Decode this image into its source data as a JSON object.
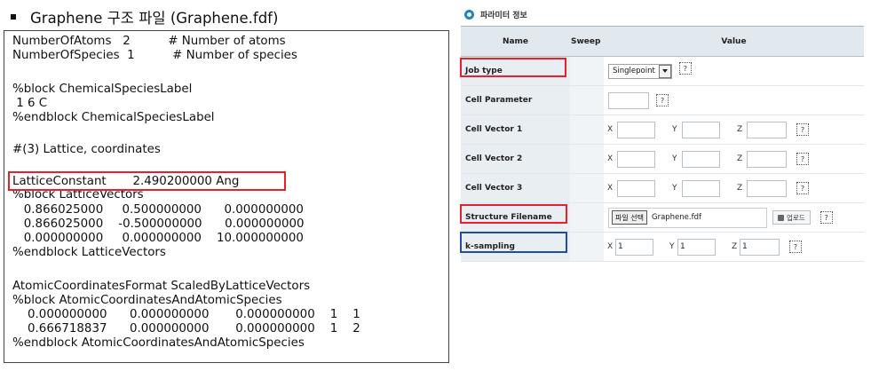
{
  "file_panel": {
    "heading": "Graphene 구조 파일 (Graphene.fdf)",
    "lines": [
      "NumberOfAtoms   2          # Number of atoms",
      "NumberOfSpecies  1          # Number of species",
      "%block ChemicalSpeciesLabel",
      " 1 6 C",
      "%endblock ChemicalSpeciesLabel",
      "#(3) Lattice, coordinates",
      "LatticeConstant       2.490200000 Ang",
      "%block LatticeVectors",
      "   0.866025000     0.500000000      0.000000000",
      "   0.866025000    -0.500000000      0.000000000",
      "   0.000000000     0.000000000    10.000000000",
      "%endblock LatticeVectors",
      "AtomicCoordinatesFormat ScaledByLatticeVectors",
      "%block AtomicCoordinatesAndAtomicSpecies",
      "    0.000000000      0.000000000       0.000000000    1    1",
      "    0.666718837      0.000000000       0.000000000    1    2",
      "%endblock AtomicCoordinatesAndAtomicSpecies"
    ]
  },
  "param_panel": {
    "title": "파라미터 정보",
    "columns": {
      "name": "Name",
      "sweep": "Sweep",
      "value": "Value"
    },
    "rows": {
      "job_type": {
        "label": "Job type",
        "selected": "Singlepoint"
      },
      "cell_parameter": {
        "label": "Cell Parameter"
      },
      "cell_vector_1": {
        "label": "Cell Vector 1"
      },
      "cell_vector_2": {
        "label": "Cell Vector 2"
      },
      "cell_vector_3": {
        "label": "Cell Vector 3"
      },
      "structure_filename": {
        "label": "Structure Filename",
        "choose_button": "파일 선택",
        "filename": "Graphene.fdf",
        "upload_button": "업로드"
      },
      "k_sampling": {
        "label": "k-sampling",
        "x": "1",
        "y": "1",
        "z": "1"
      }
    },
    "axis_labels": {
      "x": "X",
      "y": "Y",
      "z": "Z"
    },
    "help": "?"
  },
  "colors": {
    "highlight_red": "#e8202a",
    "highlight_blue": "#1f4e9e",
    "header_bg": "#e1e8ee",
    "info_icon": "#1a86c8"
  }
}
